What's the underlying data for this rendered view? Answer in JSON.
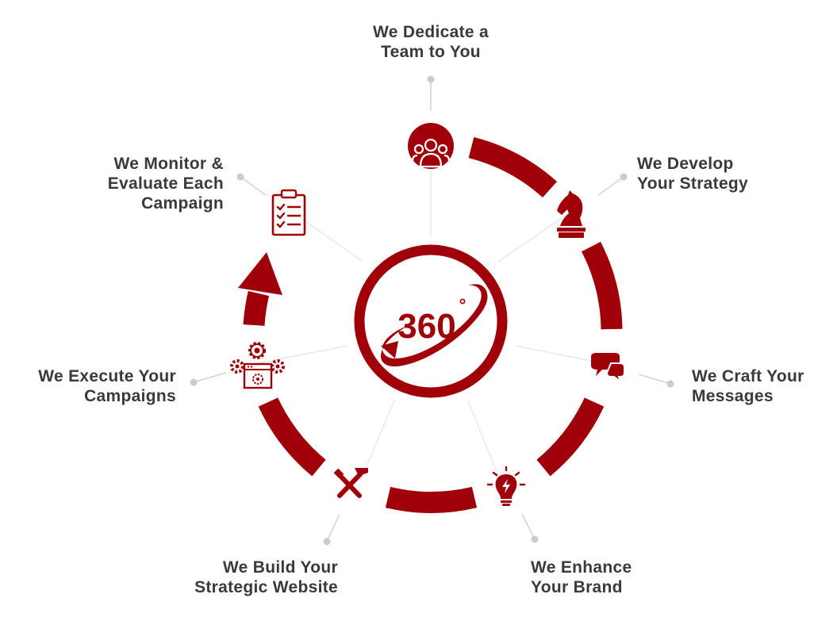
{
  "center": {
    "label_number": "360",
    "label_degree": "°",
    "accent_color": "#a00008"
  },
  "colors": {
    "accent": "#a00008",
    "text": "#3a3a3a",
    "connector": "#cccccc",
    "spoke": "#e6e6e6"
  },
  "steps": [
    {
      "id": "dedicate",
      "icon": "team-icon",
      "lines": [
        "We Dedicate a",
        "Team to You"
      ]
    },
    {
      "id": "develop",
      "icon": "chess-knight-icon",
      "lines": [
        "We Develop",
        "Your Strategy"
      ]
    },
    {
      "id": "craft",
      "icon": "chat-bubbles-icon",
      "lines": [
        "We Craft Your",
        "Messages"
      ]
    },
    {
      "id": "enhance",
      "icon": "lightbulb-icon",
      "lines": [
        "We Enhance",
        "Your Brand"
      ]
    },
    {
      "id": "build",
      "icon": "hammer-wrench-icon",
      "lines": [
        "We Build Your",
        "Strategic Website"
      ]
    },
    {
      "id": "execute",
      "icon": "gears-browser-icon",
      "lines": [
        "We Execute Your",
        "Campaigns"
      ]
    },
    {
      "id": "monitor",
      "icon": "clipboard-checklist-icon",
      "lines": [
        "We Monitor &",
        "Evaluate Each",
        "Campaign"
      ]
    }
  ]
}
